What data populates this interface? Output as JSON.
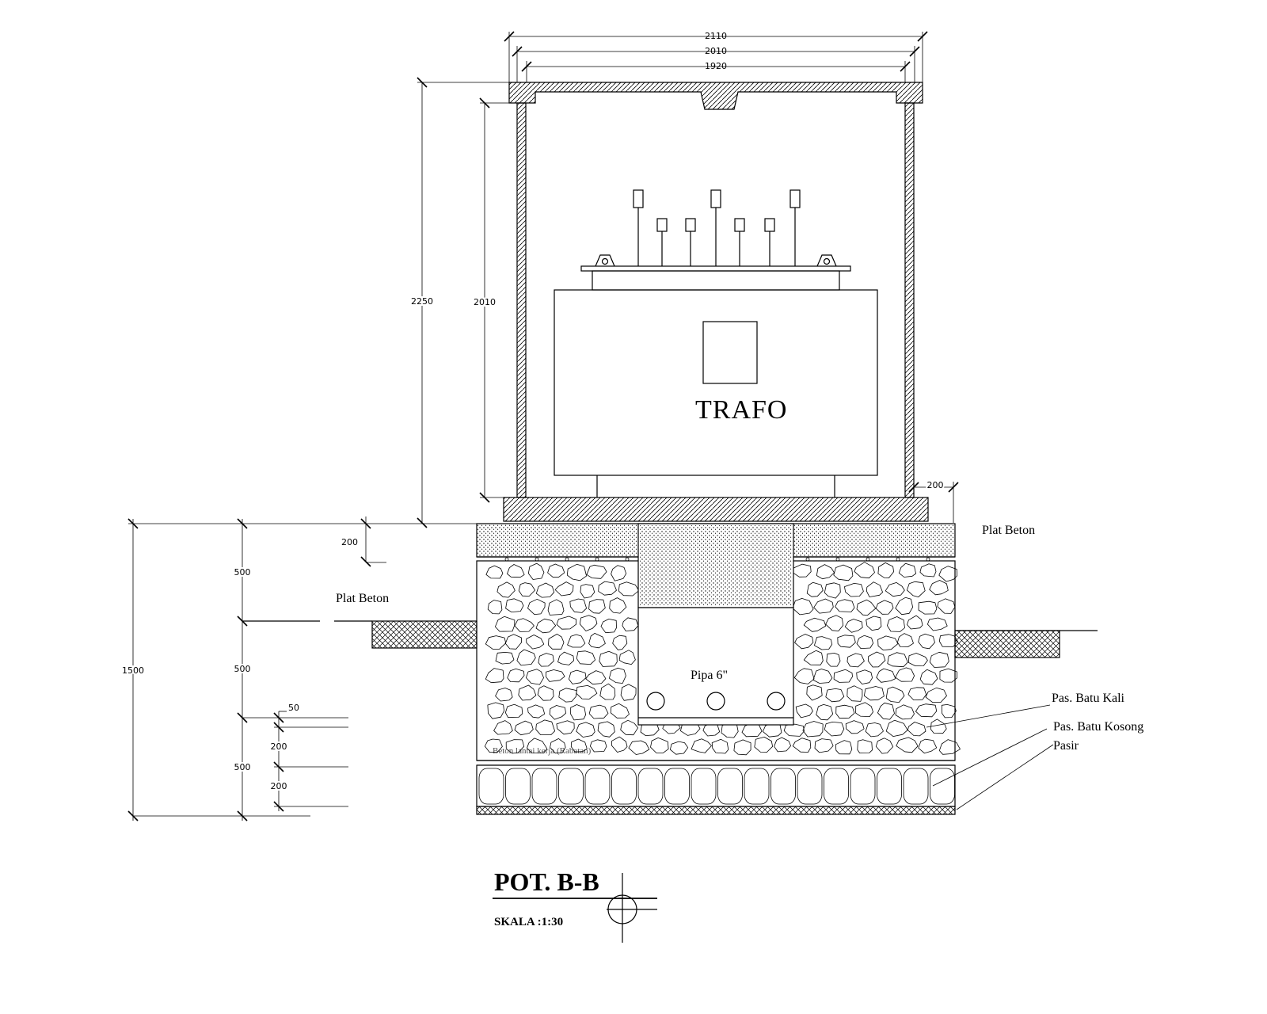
{
  "dimensions": {
    "top_overall": "2110",
    "top_middle": "2010",
    "top_inner": "1920",
    "left_total_height": "2250",
    "left_inner_height": "2010",
    "plinth_offset": "200",
    "slab_thickness": "200",
    "depth_total": "1500",
    "depth_layer_1": "500",
    "depth_layer_2": "500",
    "depth_layer_3": "500",
    "detail_50": "50",
    "detail_200_a": "200",
    "detail_200_b": "200"
  },
  "labels": {
    "trafo": "TRAFO",
    "plat_beton_right": "Plat Beton",
    "plat_beton_left": "Plat Beton",
    "pipa": "Pipa 6\"",
    "pas_batu_kali": "Pas. Batu Kali",
    "pas_batu_kosong": "Pas. Batu Kosong",
    "pasir": "Pasir",
    "beton_lantai_kerja": "Beton lantai kerja (Rabatan)"
  },
  "title_block": {
    "title": "POT. B-B",
    "scale": "SKALA :1:30"
  }
}
